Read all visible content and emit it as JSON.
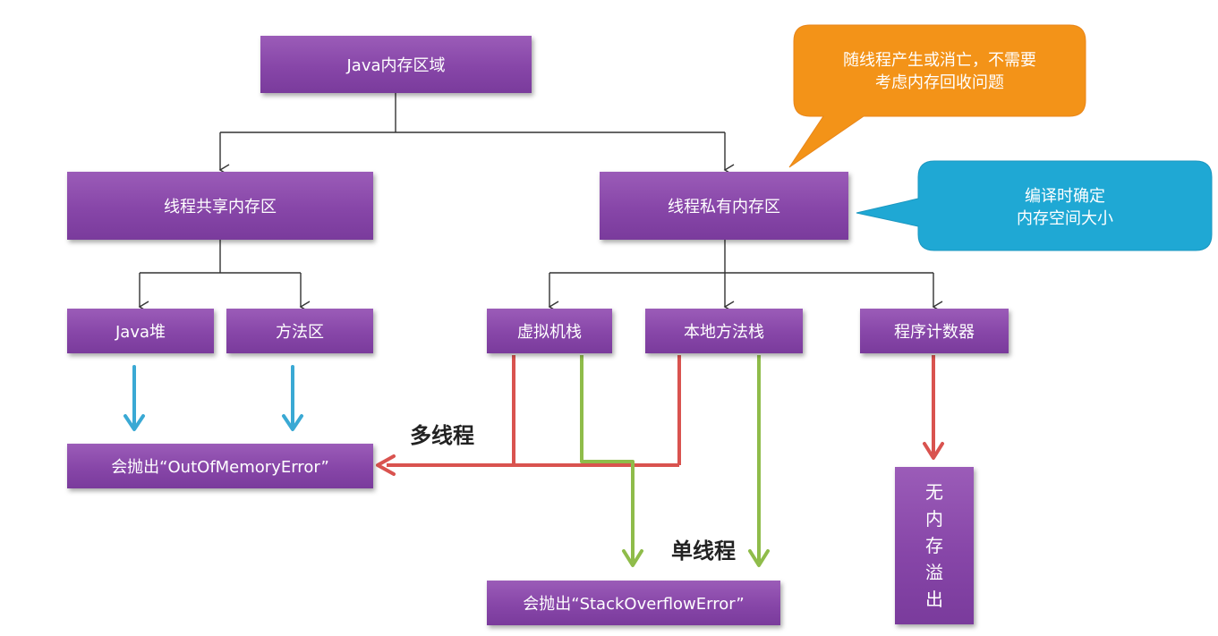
{
  "nodes": {
    "root": "Java内存区域",
    "shared": "线程共享内存区",
    "private": "线程私有内存区",
    "heap": "Java堆",
    "method_area": "方法区",
    "vm_stack": "虚拟机栈",
    "native_stack": "本地方法栈",
    "pc_register": "程序计数器",
    "oom": "会抛出“OutOfMemoryError”",
    "soe": "会抛出“StackOverflowError”",
    "no_overflow": [
      "无",
      "内",
      "存",
      "溢",
      "出"
    ]
  },
  "callouts": {
    "orange_line1": "随线程产生或消亡，不需要",
    "orange_line2": "考虑内存回收问题",
    "blue_line1": "编译时确定",
    "blue_line2": "内存空间大小"
  },
  "labels": {
    "multi_thread": "多线程",
    "single_thread": "单线程"
  },
  "colors": {
    "box_purple": "#8746a8",
    "orange_callout": "#f39318",
    "blue_callout": "#1fa8d4",
    "red_arrow": "#d9534f",
    "green_arrow": "#8fbc4a",
    "blue_arrow": "#3aa9d4",
    "connector": "#333333"
  }
}
